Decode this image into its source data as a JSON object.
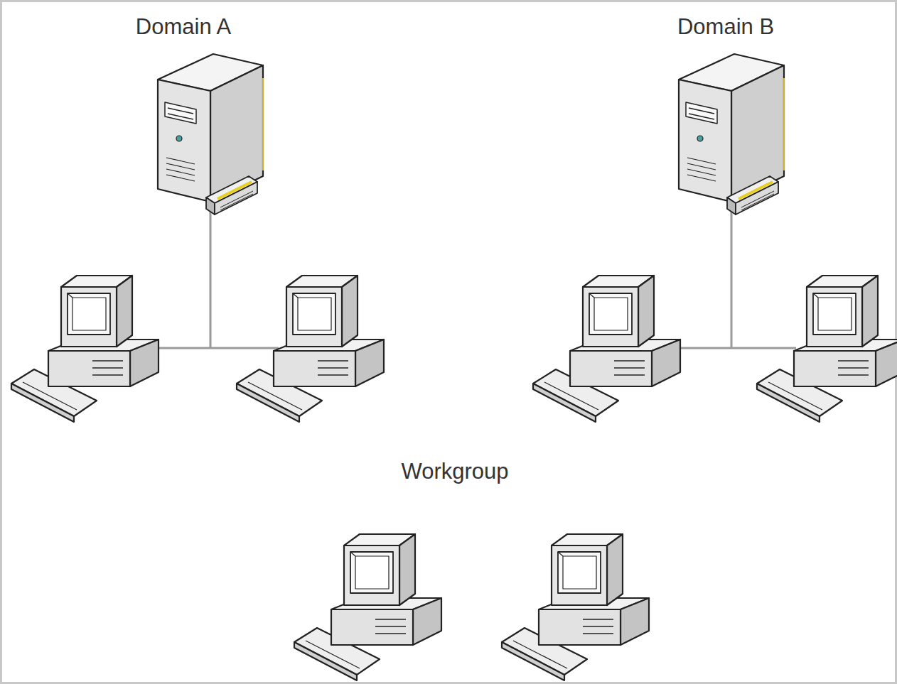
{
  "diagram": {
    "labels": [
      "Domain A",
      "Domain B",
      "Workgroup"
    ]
  }
}
